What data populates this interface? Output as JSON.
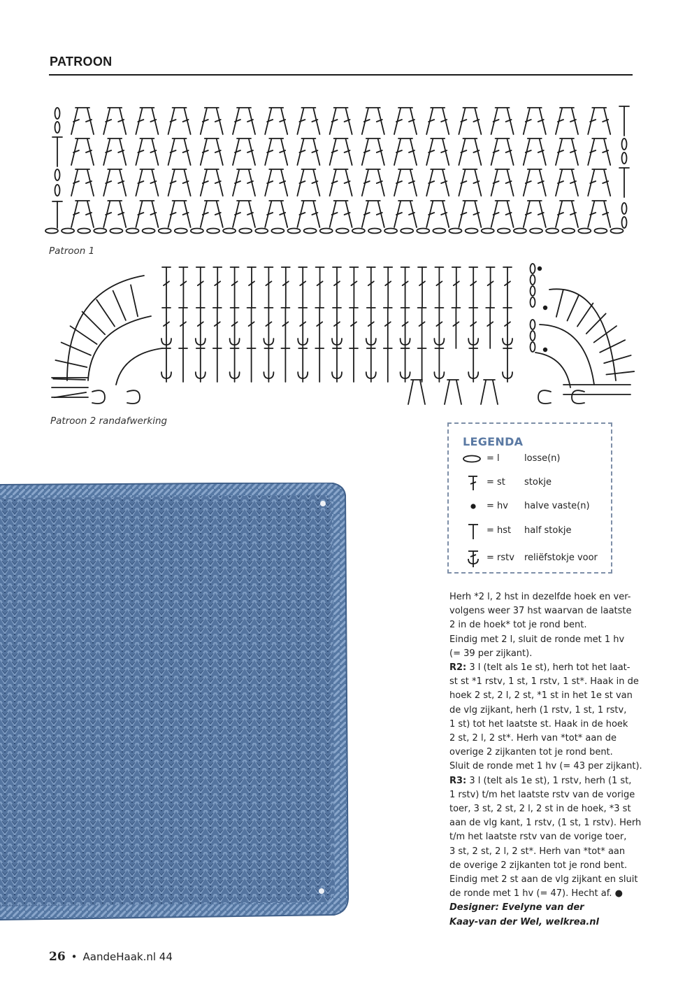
{
  "header": {
    "title": "PATROON"
  },
  "captions": {
    "chart1": "Patroon 1",
    "chart2": "Patroon 2 randafwerking"
  },
  "legend": {
    "title": "LEGENDA",
    "items": [
      {
        "icon": "chain-icon",
        "abbr": "= l",
        "name": "losse(n)"
      },
      {
        "icon": "double-crochet-icon",
        "abbr": "= st",
        "name": "stokje"
      },
      {
        "icon": "slip-stitch-icon",
        "abbr": "= hv",
        "name": "halve vaste(n)"
      },
      {
        "icon": "half-double-crochet-icon",
        "abbr": "= hst",
        "name": "half stokje"
      },
      {
        "icon": "front-post-double-crochet-icon",
        "abbr": "= rstv",
        "name": "reliëfstokje voor"
      }
    ]
  },
  "instructions": {
    "lines": [
      [
        {
          "t": "Herh *2 l, 2 hst in dezelfde hoek en ver-"
        }
      ],
      [
        {
          "t": "volgens weer 37 hst waarvan de laatste"
        }
      ],
      [
        {
          "t": "2 in de hoek* tot je rond bent."
        }
      ],
      [
        {
          "t": "Eindig met 2 l, sluit de ronde met 1 hv"
        }
      ],
      [
        {
          "t": "(= 39 per zijkant)."
        }
      ],
      [
        {
          "t": "R2:",
          "s": "b"
        },
        {
          "t": " 3 l (telt als 1e st), herh tot het laat-"
        }
      ],
      [
        {
          "t": "st st *1 rstv, 1 st, 1 rstv, 1 st*. Haak in de"
        }
      ],
      [
        {
          "t": "hoek 2 st, 2 l, 2 st, *1 st in het 1e st van"
        }
      ],
      [
        {
          "t": "de vlg zijkant, herh (1 rstv, 1 st, 1 rstv,"
        }
      ],
      [
        {
          "t": "1 st) tot het laatste st. Haak in de hoek"
        }
      ],
      [
        {
          "t": "2 st, 2 l, 2 st*. Herh van *tot* aan de"
        }
      ],
      [
        {
          "t": "overige 2 zijkanten tot je rond bent."
        }
      ],
      [
        {
          "t": "Sluit de ronde met 1 hv (= 43 per zijkant)."
        }
      ],
      [
        {
          "t": "R3:",
          "s": "b"
        },
        {
          "t": " 3 l (telt als 1e st), 1 rstv, herh (1 st,"
        }
      ],
      [
        {
          "t": "1 rstv) t/m het laatste rstv van de vorige"
        }
      ],
      [
        {
          "t": "toer, 3 st, 2 st, 2 l, 2 st in de hoek, *3 st"
        }
      ],
      [
        {
          "t": "aan de vlg kant, 1 rstv, (1 st, 1 rstv). Herh"
        }
      ],
      [
        {
          "t": "t/m het laatste rstv van de vorige toer,"
        }
      ],
      [
        {
          "t": "3 st, 2 st, 2 l, 2 st*. Herh van *tot* aan"
        }
      ],
      [
        {
          "t": "de overige 2 zijkanten tot je rond bent."
        }
      ],
      [
        {
          "t": "Eindig met 2 st aan de vlg zijkant en sluit"
        }
      ],
      [
        {
          "t": "de ronde met 1 hv (= 47). Hecht af. ●"
        }
      ],
      [
        {
          "t": "Designer: Evelyne van der",
          "s": "bi"
        }
      ],
      [
        {
          "t": "Kaay-van der Wel, welkrea.nl",
          "s": "bi"
        }
      ]
    ]
  },
  "footer": {
    "page_number": "26",
    "bullet": "•",
    "magazine": "AandeHaak.nl 44"
  },
  "colors": {
    "accent": "#5a79a3",
    "yarn": "#4f719c",
    "text": "#1b1b1b"
  }
}
